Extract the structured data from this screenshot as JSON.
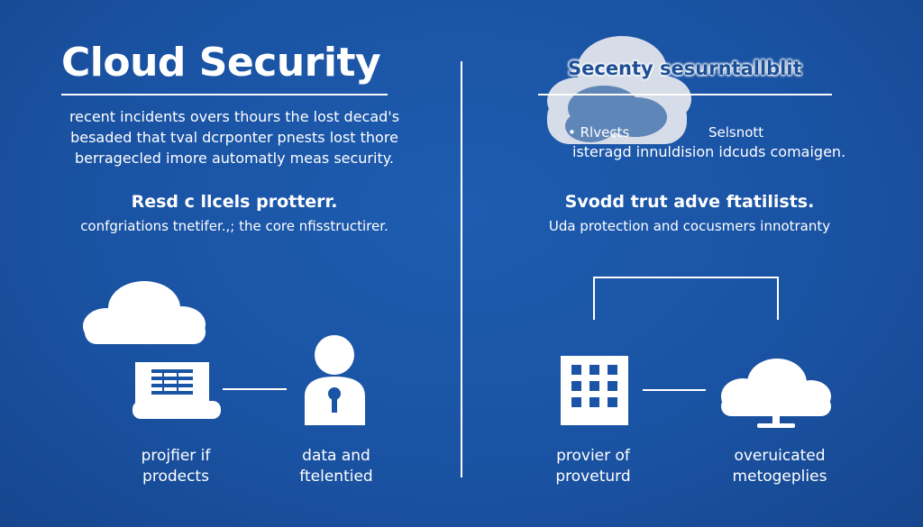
{
  "left": {
    "title": "Cloud Security",
    "body_lines": [
      "recent incidents overs thours the lost decad's",
      "besaded that tval dcrponter pnests lost thore",
      "berragecled imore automatly meas security."
    ],
    "heading": "Resd c llcels protterr.",
    "subtext": "confgriations tnetifer.,; the core nfisstructirer.",
    "icon_labels": [
      [
        "projfier if",
        "prodects"
      ],
      [
        "data and",
        "ftelentied"
      ]
    ]
  },
  "right": {
    "title": "Secenty sesurntallblit",
    "bullets": [
      "• Rlvects",
      "Selsnott"
    ],
    "body_line": "isteragd innuldision idcuds comaigen.",
    "heading": "Svodd trut adve ftatilists.",
    "subtext": "Uda protection and cocusmers innotranty",
    "icon_labels": [
      [
        "provier of",
        "proveturd"
      ],
      [
        "overuicated",
        "metogeplies"
      ]
    ]
  },
  "colors": {
    "background": "#1a54a6",
    "foreground": "#ffffff"
  }
}
